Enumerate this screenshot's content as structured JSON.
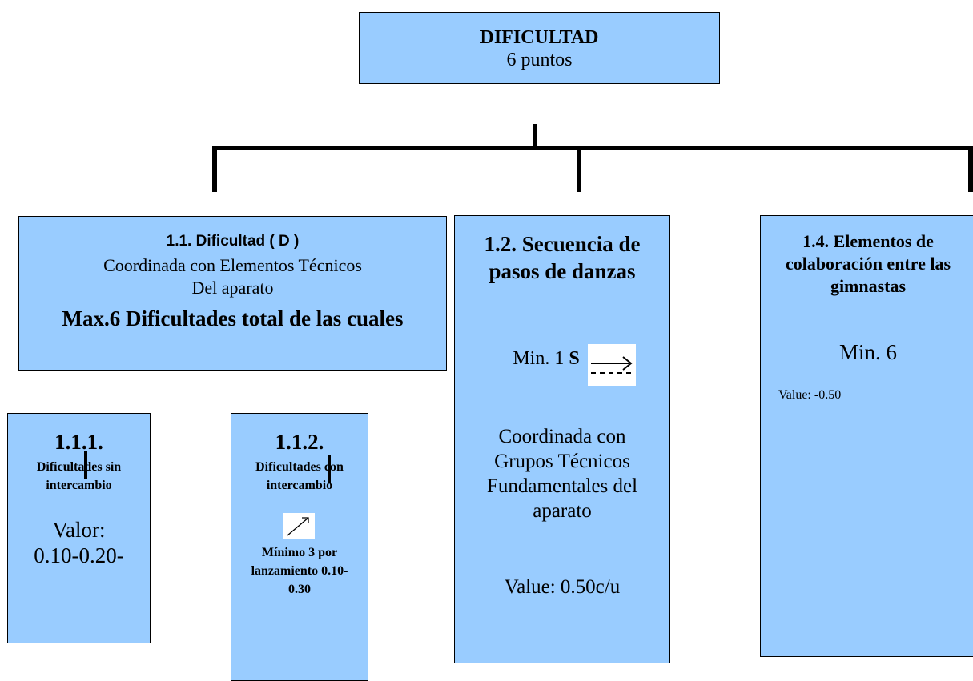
{
  "top": {
    "title": "DIFICULTAD",
    "subtitle": "6 puntos"
  },
  "d11": {
    "heading": "1.1. Dificultad ( D )",
    "line1": "Coordinada con Elementos Técnicos",
    "line2": "Del aparato",
    "line3": "Max.6 Dificultades total de las cuales"
  },
  "d111": {
    "number": "1.1.1.",
    "desc": "Dificultades sin intercambio",
    "value_label": "Valor:",
    "value": "0.10-0.20-"
  },
  "d112": {
    "number": "1.1.2.",
    "desc": "Dificultades con intercambio",
    "icon": "diagonal-arrow-icon",
    "min": "Mínimo 3 por lanzamiento 0.10-0.30"
  },
  "d12": {
    "heading": "1.2. Secuencia de pasos de danzas",
    "min_prefix": "Min. 1 ",
    "min_symbol": "S",
    "icon": "dashed-arrow-icon",
    "coord": "Coordinada con Grupos Técnicos Fundamentales del aparato",
    "value": "Value: 0.50c/u"
  },
  "d14": {
    "heading": "1.4. Elementos de colaboración entre las gimnastas",
    "min": "Min. 6",
    "value": "Value: -0.50"
  },
  "colors": {
    "box_fill": "#99ccff",
    "line": "#000000"
  }
}
